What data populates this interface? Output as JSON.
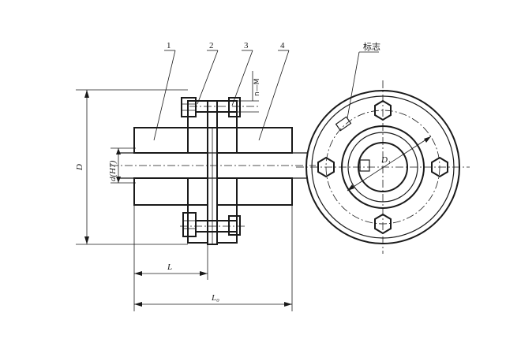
{
  "callouts": {
    "c1": "1",
    "c2": "2",
    "c3": "3",
    "c4": "4"
  },
  "bolt_spec": "n—M",
  "dimensions": {
    "D": "D",
    "d_h7": "d(H7)",
    "L": "L",
    "L0": "L₀",
    "D1": "D₁"
  },
  "mark_label": "标志"
}
